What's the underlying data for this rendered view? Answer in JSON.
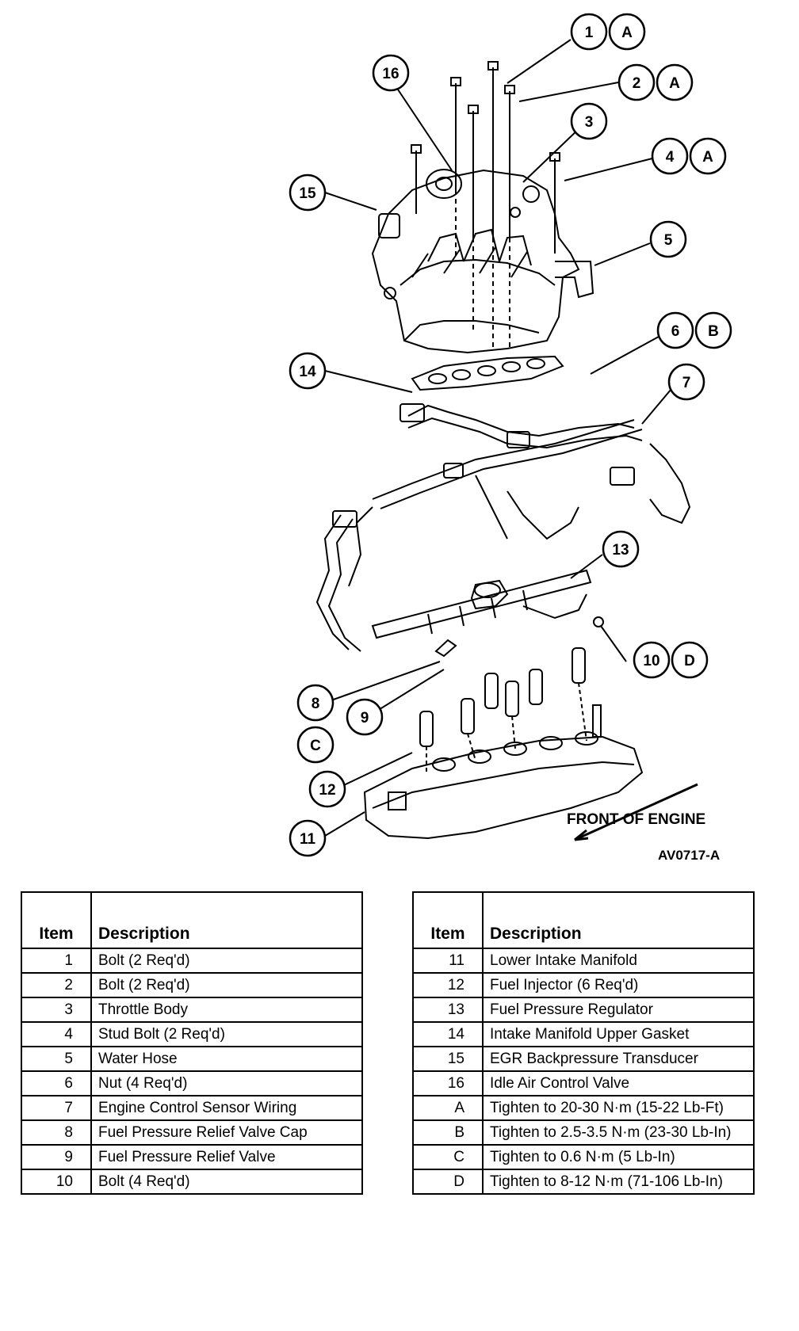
{
  "diagram": {
    "figure_id": "AV0717-A",
    "direction_label": "FRONT OF ENGINE",
    "callouts": [
      "1",
      "2",
      "3",
      "4",
      "5",
      "6",
      "7",
      "8",
      "9",
      "10",
      "11",
      "12",
      "13",
      "14",
      "15",
      "16"
    ],
    "torque_markers": [
      "A",
      "A",
      "A",
      "B",
      "C",
      "D"
    ]
  },
  "parts_table_left": {
    "headers": [
      "Item",
      "Description"
    ],
    "rows": [
      {
        "item": "1",
        "description": "Bolt (2 Req'd)"
      },
      {
        "item": "2",
        "description": "Bolt (2 Req'd)"
      },
      {
        "item": "3",
        "description": "Throttle Body"
      },
      {
        "item": "4",
        "description": "Stud Bolt (2 Req'd)"
      },
      {
        "item": "5",
        "description": "Water Hose"
      },
      {
        "item": "6",
        "description": "Nut (4 Req'd)"
      },
      {
        "item": "7",
        "description": "Engine Control Sensor Wiring"
      },
      {
        "item": "8",
        "description": "Fuel Pressure Relief Valve Cap"
      },
      {
        "item": "9",
        "description": "Fuel Pressure Relief Valve"
      },
      {
        "item": "10",
        "description": "Bolt (4 Req'd)"
      }
    ]
  },
  "parts_table_right": {
    "headers": [
      "Item",
      "Description"
    ],
    "rows": [
      {
        "item": "11",
        "description": "Lower Intake Manifold"
      },
      {
        "item": "12",
        "description": "Fuel Injector (6 Req'd)"
      },
      {
        "item": "13",
        "description": "Fuel Pressure Regulator"
      },
      {
        "item": "14",
        "description": "Intake Manifold Upper Gasket"
      },
      {
        "item": "15",
        "description": "EGR Backpressure Transducer"
      },
      {
        "item": "16",
        "description": "Idle Air Control Valve"
      },
      {
        "item": "A",
        "description": "Tighten to 20-30 N·m (15-22 Lb-Ft)"
      },
      {
        "item": "B",
        "description": "Tighten to 2.5-3.5 N·m (23-30 Lb-In)"
      },
      {
        "item": "C",
        "description": "Tighten to 0.6 N·m (5 Lb-In)"
      },
      {
        "item": "D",
        "description": "Tighten to 8-12 N·m (71-106 Lb-In)"
      }
    ]
  }
}
